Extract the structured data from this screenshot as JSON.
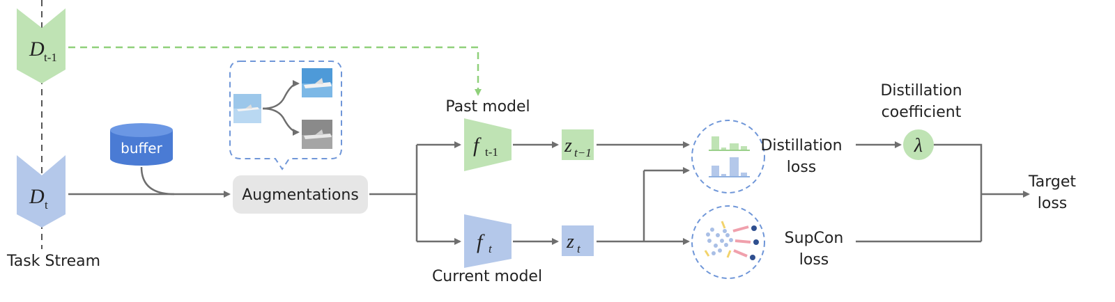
{
  "task_stream": {
    "label": "Task Stream",
    "prev_domain": {
      "base": "D",
      "sub": "t-1"
    },
    "cur_domain": {
      "base": "D",
      "sub": "t"
    }
  },
  "buffer": {
    "label": "buffer"
  },
  "augmentations": {
    "label": "Augmentations"
  },
  "past_model": {
    "label": "Past model",
    "symbol": "f",
    "sub": "t-1",
    "embedding": {
      "base": "z",
      "sub": "t−1"
    }
  },
  "current_model": {
    "label": "Current model",
    "symbol": "f",
    "sub": "t",
    "embedding": {
      "base": "z",
      "sub": "t"
    }
  },
  "distillation": {
    "loss_line1": "Distillation",
    "loss_line2": "loss"
  },
  "coefficient": {
    "line1": "Distillation",
    "line2": "coefficient",
    "symbol": "λ"
  },
  "supcon": {
    "loss_line1": "SupCon",
    "loss_line2": "loss"
  },
  "target": {
    "line1": "Target",
    "line2": "loss"
  },
  "colors": {
    "green": "#bfe3b4",
    "blue": "#b4c8ea",
    "buffer_blue": "#4a7bd4",
    "gray_box": "#e6e6e6",
    "arrow": "#6e6e6e",
    "dashed_green": "#8fd07a",
    "dashed_blue": "#6f96d8"
  }
}
